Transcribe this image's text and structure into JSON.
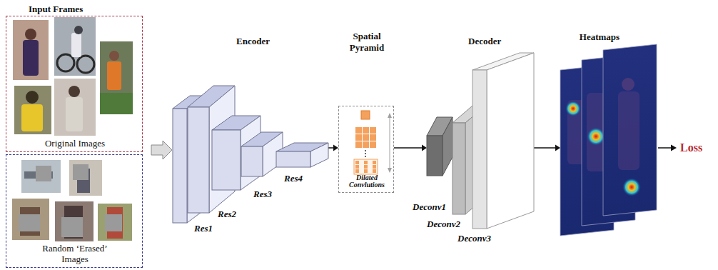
{
  "diagram": {
    "nodes": [
      {
        "text": [
          "Original Images"
        ]
      },
      {
        "text": [
          "Random ‘Erased’ Images"
        ]
      },
      {
        "text": [
          "Res1"
        ]
      },
      {
        "text": [
          "Res2"
        ]
      },
      {
        "text": [
          "Res3"
        ]
      },
      {
        "text": [
          "Res4"
        ]
      },
      {
        "text": [
          "Spatial Pyramid",
          "Dilated Convlutions"
        ]
      },
      {
        "text": [
          "Deconv1"
        ]
      },
      {
        "text": [
          "Deconv2"
        ]
      },
      {
        "text": [
          "Deconv3"
        ]
      },
      {
        "text": [
          "Heatmaps"
        ]
      }
    ],
    "edges": [
      {
        "from": 5,
        "to": 6,
        "arrow": "to"
      },
      {
        "from": 6,
        "to": 7,
        "arrow": "to"
      },
      {
        "from": 9,
        "to": 10,
        "arrow": "to"
      }
    ],
    "labels": [
      "Input Frames",
      "Encoder",
      "Decoder",
      "Loss"
    ]
  }
}
